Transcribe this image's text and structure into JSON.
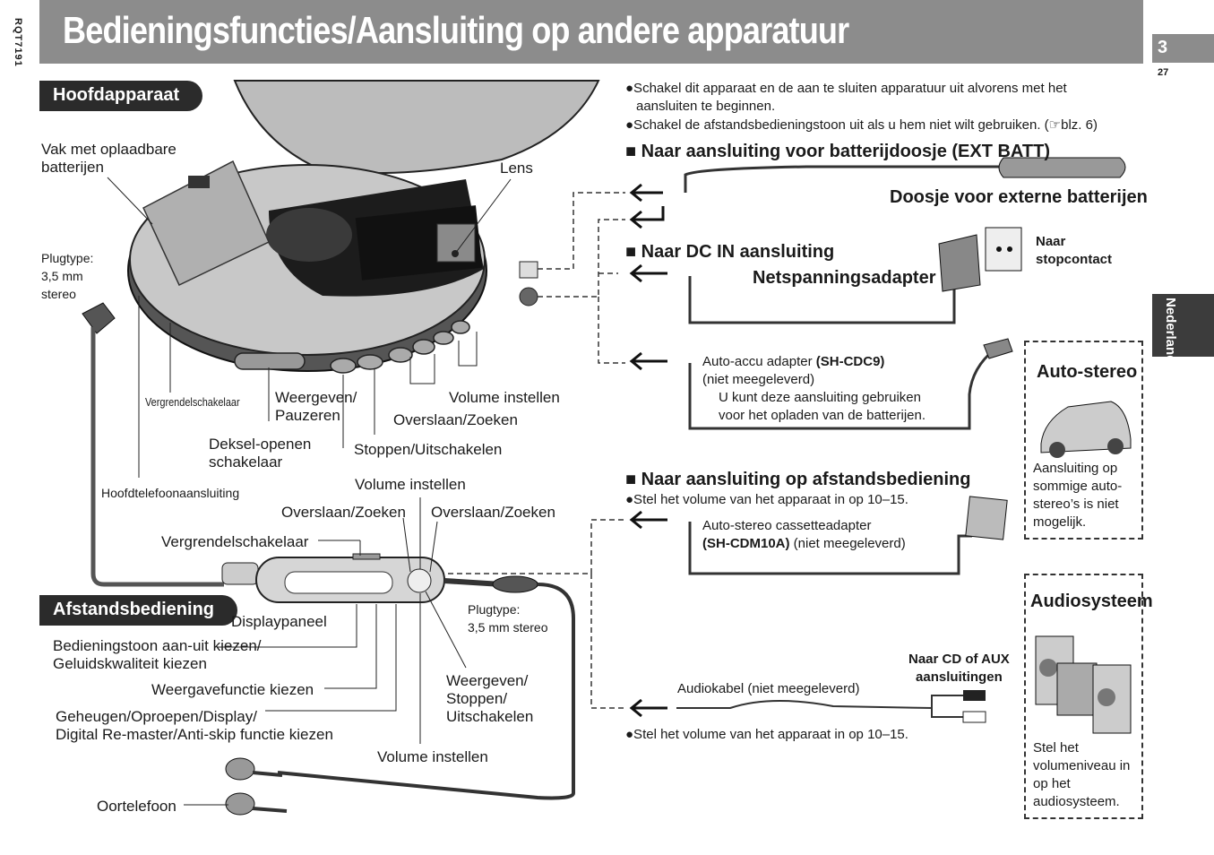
{
  "header": {
    "title": "Bedieningsfuncties/Aansluiting op andere apparatuur",
    "model_code": "RQT7191",
    "section_number": "3",
    "page_number": "27",
    "language_tab": "Nederlands"
  },
  "main_unit": {
    "heading": "Hoofdapparaat",
    "labels": {
      "battery_compartment": [
        "Vak met oplaadbare",
        "batterijen"
      ],
      "lens": "Lens",
      "plug_type": [
        "Plugtype:",
        "3,5 mm",
        "stereo"
      ],
      "hold_switch": "Vergrendelschakelaar",
      "play_pause": [
        "Weergeven/",
        "Pauzeren"
      ],
      "volume": "Volume instellen",
      "skip_search": "Overslaan/Zoeken",
      "lid_open": [
        "Deksel-openen",
        "schakelaar"
      ],
      "stop_off": "Stoppen/Uitschakelen",
      "headphone_jack": "Hoofdtelefoonaansluiting"
    }
  },
  "remote": {
    "heading": "Afstandsbediening",
    "labels": {
      "volume_top": "Volume instellen",
      "skip_left": "Overslaan/Zoeken",
      "skip_right": "Overslaan/Zoeken",
      "hold_switch": "Vergrendelschakelaar",
      "display_panel": "Displaypaneel",
      "beep_quality": [
        "Bedieningstoon aan-uit kiezen/",
        "Geluidskwaliteit kiezen"
      ],
      "play_mode": "Weergavefunctie kiezen",
      "memory": [
        "Geheugen/Oproepen/Display/",
        "Digital Re-master/Anti-skip functie kiezen"
      ],
      "plug_type": [
        "Plugtype:",
        "3,5 mm stereo"
      ],
      "play_stop": [
        "Weergeven/",
        "Stoppen/",
        "Uitschakelen"
      ],
      "volume_bottom": "Volume instellen",
      "earphones": "Oortelefoon"
    }
  },
  "connections": {
    "notes": [
      [
        "●Schakel dit apparaat en de aan te sluiten apparatuur uit alvorens met het",
        "aansluiten te beginnen."
      ],
      [
        "●Schakel de afstandsbedieningstoon uit als u hem niet wilt gebruiken. (☞blz. 6)"
      ]
    ],
    "ext_batt": {
      "heading": "■ Naar aansluiting voor batterijdoosje (EXT BATT)",
      "device": "Doosje voor externe batterijen"
    },
    "dc_in": {
      "heading": "■ Naar DC IN aansluiting",
      "adapter": "Netspanningsadapter",
      "outlet": [
        "Naar",
        "stopcontact"
      ]
    },
    "car_adapter": {
      "lines": [
        "Auto-accu adapter ",
        "(SH-CDC9)",
        "(niet meegeleverd)",
        "U kunt deze aansluiting gebruiken",
        "voor het opladen van de batterijen."
      ]
    },
    "remote_jack": {
      "heading": "■ Naar aansluiting op afstandsbediening",
      "note": "●Stel het volume van het apparaat in op 10–15.",
      "cassette": [
        "Auto-stereo cassetteadapter",
        "(SH-CDM10A)",
        " (niet meegeleverd)"
      ]
    },
    "audio_cable": {
      "label": "Audiokabel (niet meegeleverd)",
      "target": [
        "Naar CD of AUX",
        "aansluitingen"
      ],
      "note": "●Stel het volume van het apparaat in op 10–15."
    }
  },
  "side_boxes": {
    "car_stereo": {
      "title": "Auto-stereo",
      "text": [
        "Aansluiting op",
        "sommige auto-",
        "stereo’s is niet",
        "mogelijk."
      ]
    },
    "audio_system": {
      "title": "Audiosysteem",
      "text": [
        "Stel het",
        "volumeniveau in",
        "op het",
        "audiosysteem."
      ]
    }
  }
}
